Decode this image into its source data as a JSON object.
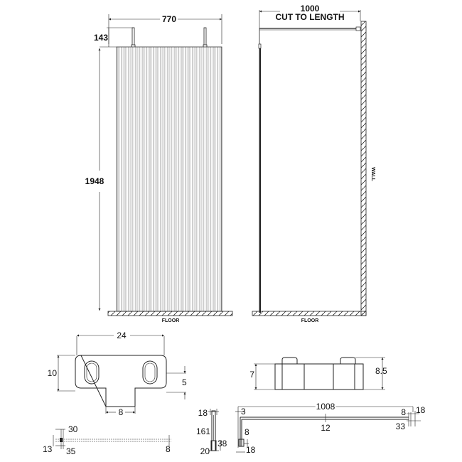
{
  "front_view": {
    "width_label": "770",
    "bracket_height_label": "143",
    "height_label": "1948",
    "floor_label": "FLOOR"
  },
  "side_view": {
    "width_label": "1000",
    "cut_label": "CUT TO LENGTH",
    "wall_label": "WALL",
    "floor_label": "FLOOR"
  },
  "bracket_plate": {
    "width_label": "24",
    "height_label": "10",
    "slot_width_label": "8",
    "notch_depth_label": "5"
  },
  "clamp_block": {
    "height_label": "7",
    "overall_height_label": "8.5"
  },
  "floor_channel": {
    "top_offset_label": "30",
    "left_height_label": "13",
    "left_width_label": "35",
    "right_height_label": "8"
  },
  "support_arm": {
    "top_label": "18",
    "height_label": "161",
    "base_width_label": "20",
    "base_height_label": "38"
  },
  "wall_bar": {
    "length_label": "1008",
    "offset_label": "3",
    "center_label": "12",
    "right_gap_label": "8",
    "right_end_label": "18",
    "right_offset_label": "33",
    "foot_height_label": "8",
    "foot_width_label": "18"
  }
}
